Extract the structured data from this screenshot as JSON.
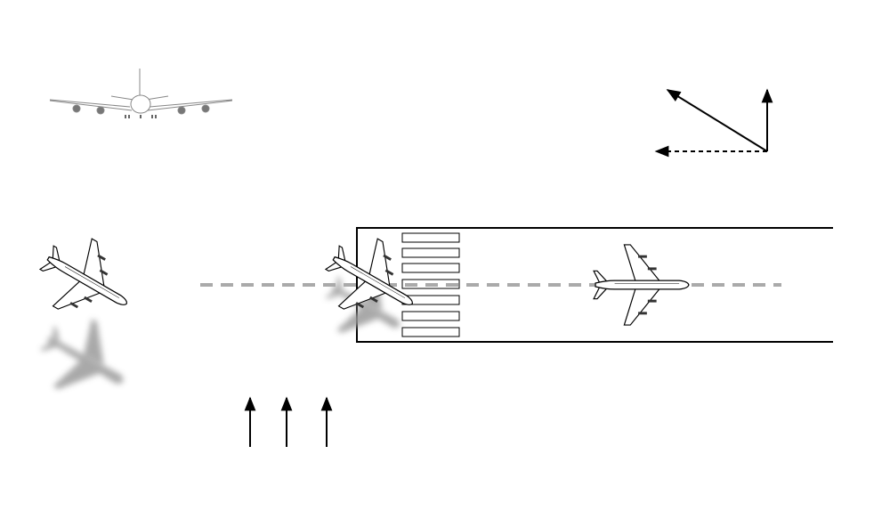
{
  "diagram": {
    "description_visible_text": "",
    "colors": {
      "stroke": "#000000",
      "centerline": "#aaaaaa",
      "shadow": "#9a9a9a",
      "front_view_plane": "#888888"
    },
    "icons": [
      "airplane-front-view-icon",
      "airplane-top-view-icon",
      "airplane-shadow",
      "wind-vector-arrows",
      "crosswind-arrows"
    ]
  }
}
